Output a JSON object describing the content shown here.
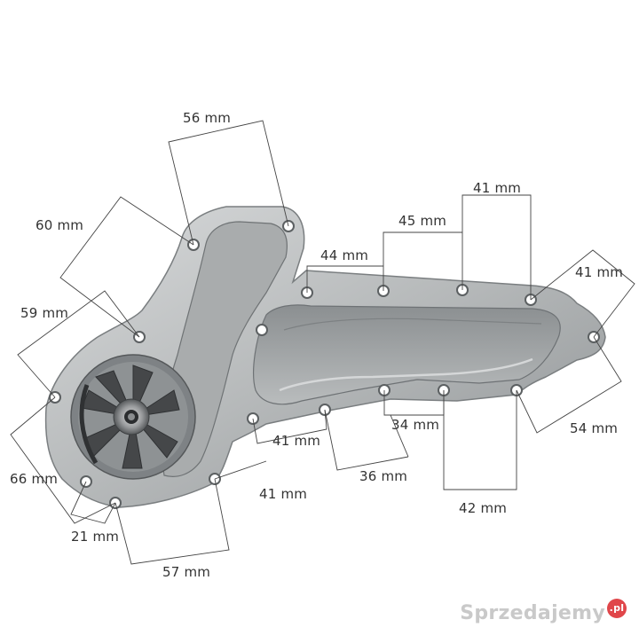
{
  "dimensions": {
    "d56": "56 mm",
    "d60": "60 mm",
    "d59": "59 mm",
    "d66": "66 mm",
    "d21": "21 mm",
    "d57": "57 mm",
    "d41_bottom_left": "41 mm",
    "d41_mid": "41 mm",
    "d36": "36 mm",
    "d34": "34 mm",
    "d42": "42 mm",
    "d54": "54 mm",
    "d41_right": "41 mm",
    "d41_top": "41 mm",
    "d45": "45 mm",
    "d44": "44 mm"
  },
  "watermark": {
    "brand": "Sprzedajemy",
    "tld": ".pl"
  },
  "colors": {
    "metal_light": "#c9cbcc",
    "metal_mid": "#a7aaab",
    "metal_dark": "#6e7275",
    "impeller": "#4a4c4e",
    "dimension_line": "#444444",
    "watermark_dot": "#e0464a"
  }
}
